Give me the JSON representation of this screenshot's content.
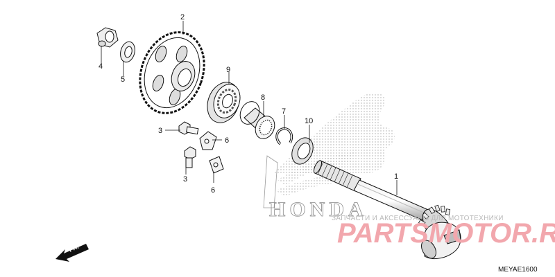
{
  "diagram": {
    "code": "MEYAE1600",
    "direction_label": "FR.",
    "callouts": [
      {
        "id": "1",
        "text": "1"
      },
      {
        "id": "2",
        "text": "2"
      },
      {
        "id": "3a",
        "text": "3"
      },
      {
        "id": "3b",
        "text": "3"
      },
      {
        "id": "4",
        "text": "4"
      },
      {
        "id": "5",
        "text": "5"
      },
      {
        "id": "6a",
        "text": "6"
      },
      {
        "id": "6b",
        "text": "6"
      },
      {
        "id": "7",
        "text": "7"
      },
      {
        "id": "8",
        "text": "8"
      },
      {
        "id": "9",
        "text": "9"
      },
      {
        "id": "10",
        "text": "10"
      }
    ]
  },
  "watermark": {
    "brand_text": "HONDA",
    "tagline": "ЗАПЧАСТИ И АКСЕССУАРЫ ДЛЯ МОТОТЕХНИКИ",
    "logo_text": "PARTSMOTOR.RU"
  }
}
